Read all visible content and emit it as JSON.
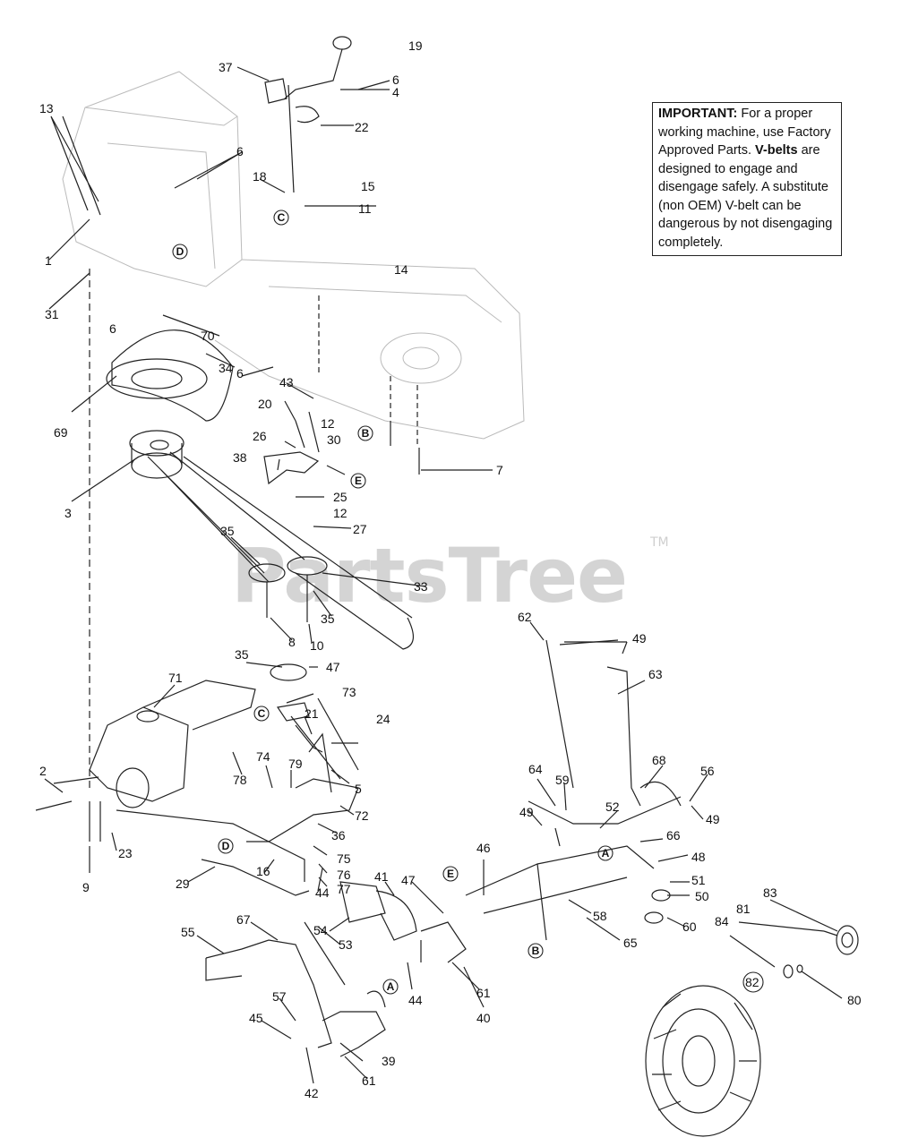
{
  "watermark": {
    "text": "PartsTree",
    "tm": "TM"
  },
  "notice": {
    "heading": "IMPORTANT:",
    "text1": "For a proper working machine, use Factory Approved Parts.",
    "term": "V-belts",
    "text2": "are designed to engage and disengage safely. A substitute (non OEM) V-belt can be dangerous by not disengaging completely."
  },
  "callouts": [
    "19",
    "37",
    "6",
    "4",
    "22",
    "13",
    "6",
    "18",
    "15",
    "11",
    "1",
    "31",
    "6",
    "14",
    "70",
    "34",
    "69",
    "6",
    "43",
    "20",
    "12",
    "26",
    "30",
    "38",
    "25",
    "12",
    "27",
    "3",
    "7",
    "35",
    "33",
    "35",
    "8",
    "10",
    "62",
    "49",
    "63",
    "35",
    "47",
    "71",
    "73",
    "21",
    "24",
    "74",
    "79",
    "5",
    "78",
    "2",
    "72",
    "36",
    "23",
    "9",
    "29",
    "16",
    "44",
    "75",
    "76",
    "77",
    "64",
    "59",
    "52",
    "68",
    "56",
    "49",
    "49",
    "46",
    "66",
    "48",
    "51",
    "50",
    "60",
    "58",
    "65",
    "47",
    "41",
    "54",
    "53",
    "55",
    "67",
    "57",
    "45",
    "42",
    "61",
    "39",
    "44",
    "40",
    "61",
    "83",
    "81",
    "84",
    "82",
    "80"
  ],
  "letters": [
    "C",
    "D",
    "B",
    "E",
    "C",
    "D",
    "A",
    "E",
    "B",
    "A"
  ]
}
